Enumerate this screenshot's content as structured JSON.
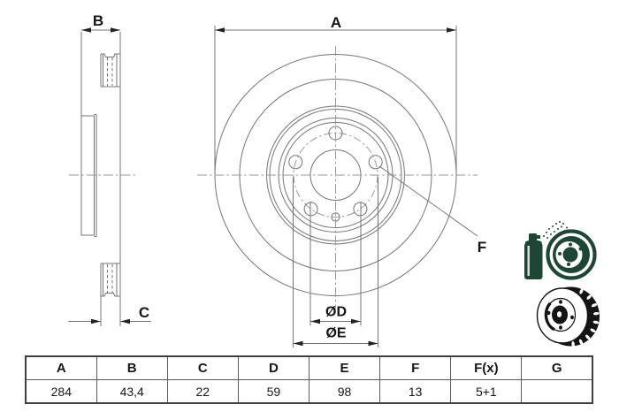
{
  "drawing": {
    "label_a": "A",
    "label_b": "B",
    "label_c": "C",
    "label_d": "ØD",
    "label_e": "ØE",
    "label_f": "F"
  },
  "table": {
    "headers": [
      "A",
      "B",
      "C",
      "D",
      "E",
      "F",
      "F(x)",
      "G"
    ],
    "values": [
      "284",
      "43,4",
      "22",
      "59",
      "98",
      "13",
      "5+1",
      ""
    ]
  },
  "icons": {
    "coating_spray_icon": "spray-can-coated-disc",
    "vented_disc_icon": "vented-brake-disc",
    "accent_green": "#1e4634",
    "icon_black": "#141414"
  },
  "colors": {
    "line": "#757575",
    "centerline": "#9a9a9a",
    "label": "#141414",
    "table_border": "#5c5c5c",
    "background": "#ffffff"
  }
}
